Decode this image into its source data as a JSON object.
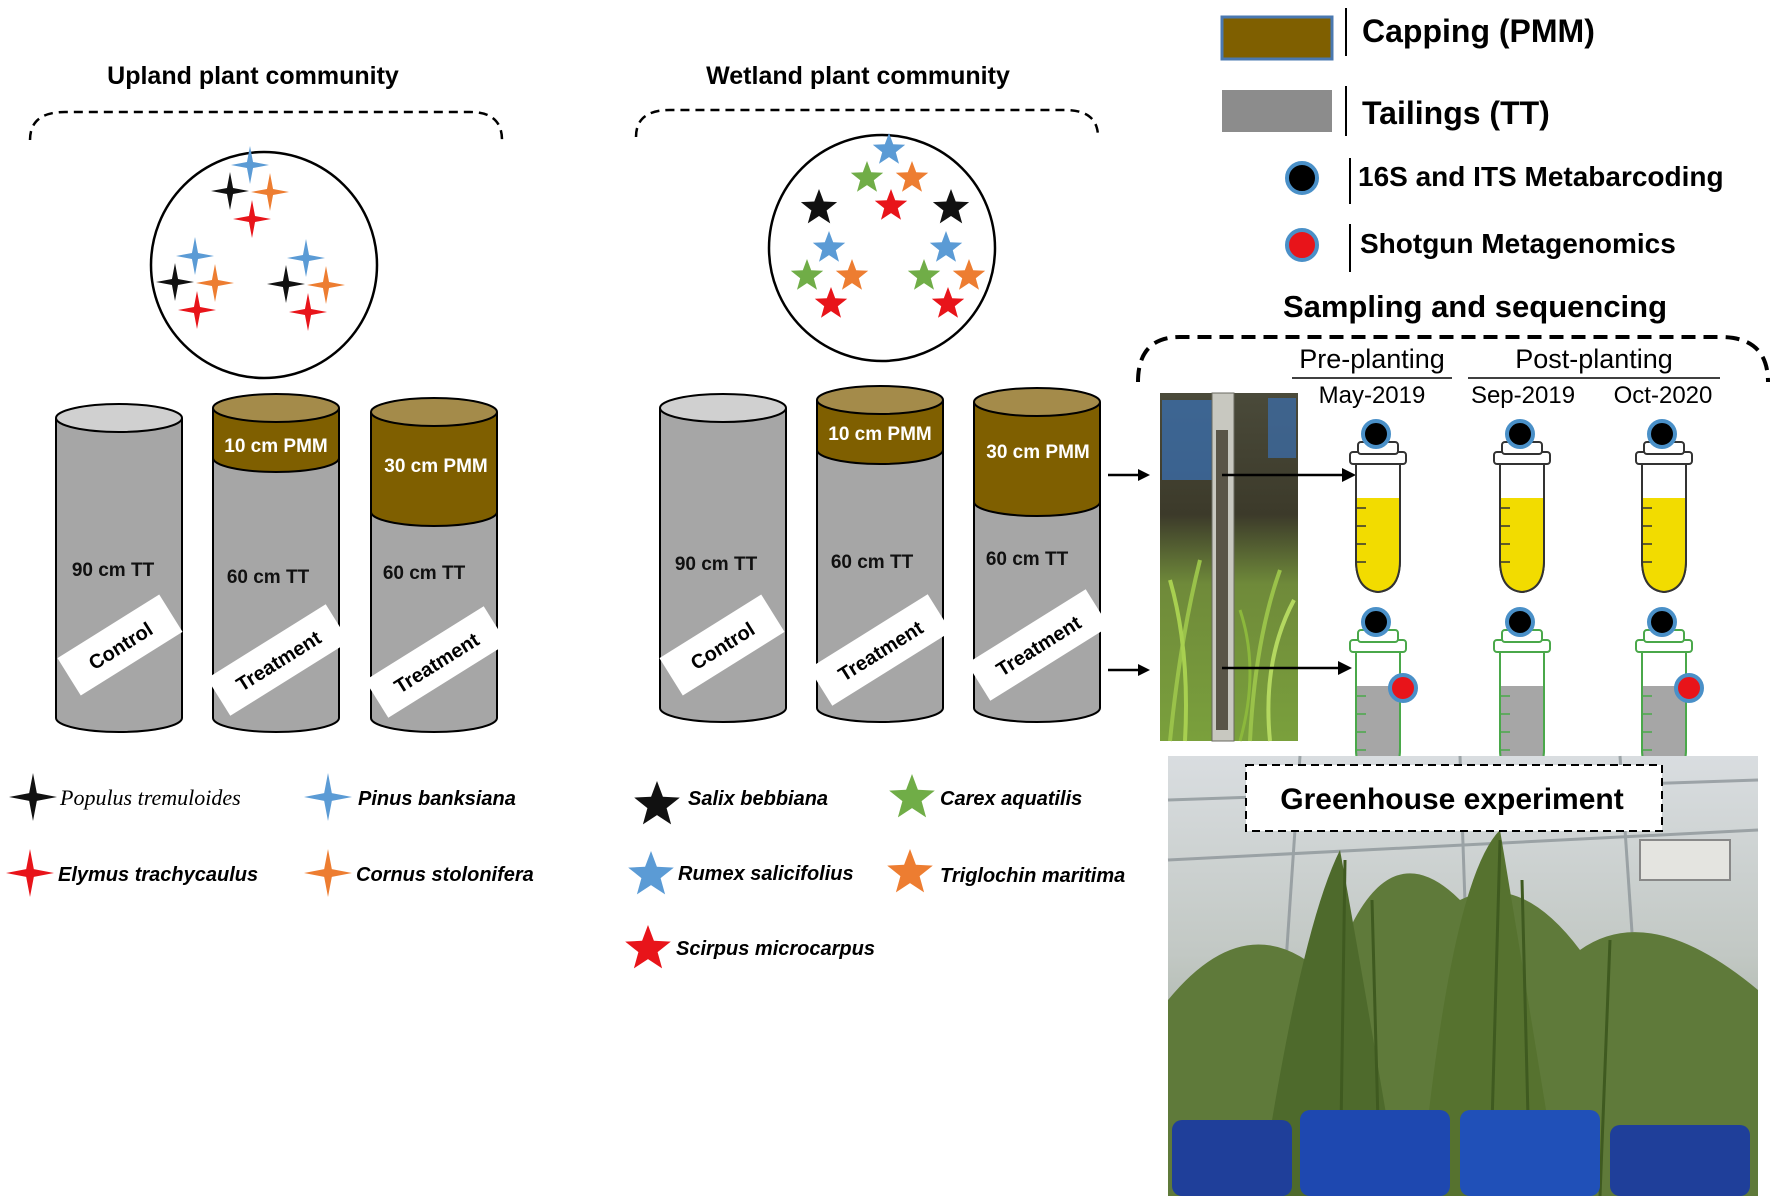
{
  "upland": {
    "title": "Upland plant community",
    "control_depth": "90 cm TT",
    "treat1_cap": "10 cm PMM",
    "treat1_depth": "60 cm TT",
    "treat2_cap": "30 cm PMM",
    "treat2_depth": "60 cm TT",
    "control_tag": "Control",
    "treatment_tag": "Treatment",
    "species": [
      {
        "name": "Populus tremuloides",
        "color": "#111111"
      },
      {
        "name": "Pinus banksiana",
        "color": "#5b9bd5"
      },
      {
        "name": "Elymus trachycaulus",
        "color": "#e8141a"
      },
      {
        "name": "Cornus stolonifera",
        "color": "#ed7d31"
      }
    ]
  },
  "wetland": {
    "title": "Wetland plant community",
    "control_depth": "90 cm TT",
    "treat1_cap": "10 cm PMM",
    "treat1_depth": "60 cm TT",
    "treat2_cap": "30 cm PMM",
    "treat2_depth": "60 cm TT",
    "control_tag": "Control",
    "treatment_tag": "Treatment",
    "species": [
      {
        "name": "Salix bebbiana",
        "color": "#111111"
      },
      {
        "name": "Carex aquatilis",
        "color": "#70ad47"
      },
      {
        "name": "Rumex salicifolius",
        "color": "#5b9bd5"
      },
      {
        "name": "Triglochin maritima",
        "color": "#ed7d31"
      },
      {
        "name": "Scirpus microcarpus",
        "color": "#e8141a"
      }
    ]
  },
  "legend": {
    "capping": "Capping (PMM)",
    "tailings": "Tailings (TT)",
    "metabarcoding": "16S and ITS Metabarcoding",
    "metagenomics": "Shotgun Metagenomics"
  },
  "sampling": {
    "title": "Sampling and sequencing",
    "pre": "Pre-planting",
    "post": "Post-planting",
    "dates": [
      "May-2019",
      "Sep-2019",
      "Oct-2020"
    ]
  },
  "greenhouse": {
    "label": "Greenhouse experiment"
  },
  "colors": {
    "capping": "#7f5f00",
    "capping_light": "#a48b4a",
    "tailings": "#a6a6a6",
    "tailings_dark": "#8c8c8c",
    "marker_blue": "#4a90c8",
    "marker_red": "#e8141a",
    "tube_yellow": "#f2dc00",
    "tube_grey": "#a6a6a6"
  }
}
